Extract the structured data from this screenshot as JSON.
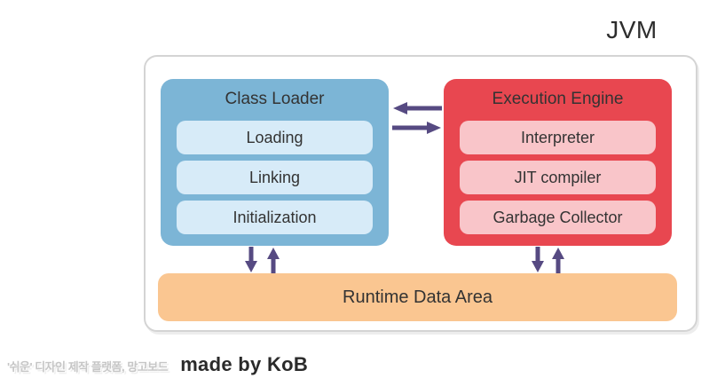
{
  "title": "JVM",
  "diagram": {
    "class_loader": {
      "title": "Class Loader",
      "items": [
        "Loading",
        "Linking",
        "Initialization"
      ]
    },
    "execution_engine": {
      "title": "Execution Engine",
      "items": [
        "Interpreter",
        "JIT compiler",
        "Garbage Collector"
      ]
    },
    "runtime_data_area": {
      "title": "Runtime Data Area"
    }
  },
  "colors": {
    "class_loader_bg": "#7cb5d6",
    "class_loader_item_bg": "#d7ebf8",
    "execution_engine_bg": "#e84750",
    "execution_engine_item_bg": "#f9c5c9",
    "runtime_data_area_bg": "#fac691",
    "arrow": "#564a82",
    "outer_border": "#d4d4d4",
    "text": "#333333"
  },
  "watermark": {
    "korean": "'쉬운' 디자인 제작 플랫폼, 망고보드",
    "credit": "made by KoB"
  }
}
